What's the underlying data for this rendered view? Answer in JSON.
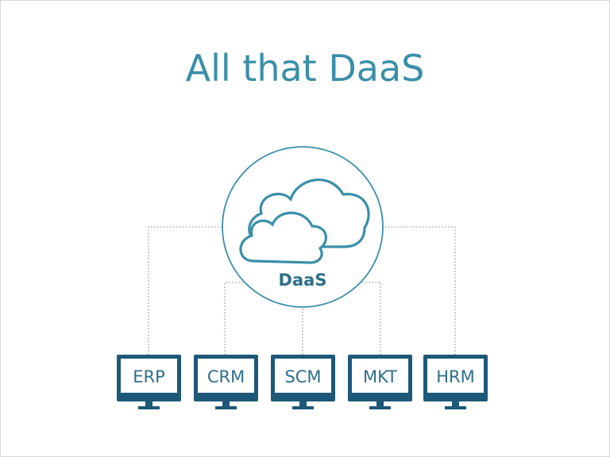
{
  "slide": {
    "title": "All that DaaS"
  },
  "hub": {
    "label": "DaaS",
    "icon": "cloud-icon"
  },
  "systems": [
    {
      "label": "ERP",
      "icon": "monitor-icon"
    },
    {
      "label": "CRM",
      "icon": "monitor-icon"
    },
    {
      "label": "SCM",
      "icon": "monitor-icon"
    },
    {
      "label": "MKT",
      "icon": "monitor-icon"
    },
    {
      "label": "HRM",
      "icon": "monitor-icon"
    }
  ],
  "colors": {
    "accent": "#3a8fa8",
    "monitor": "#1e5878",
    "label": "#2e6e8b",
    "connector": "#9a9a9a"
  }
}
